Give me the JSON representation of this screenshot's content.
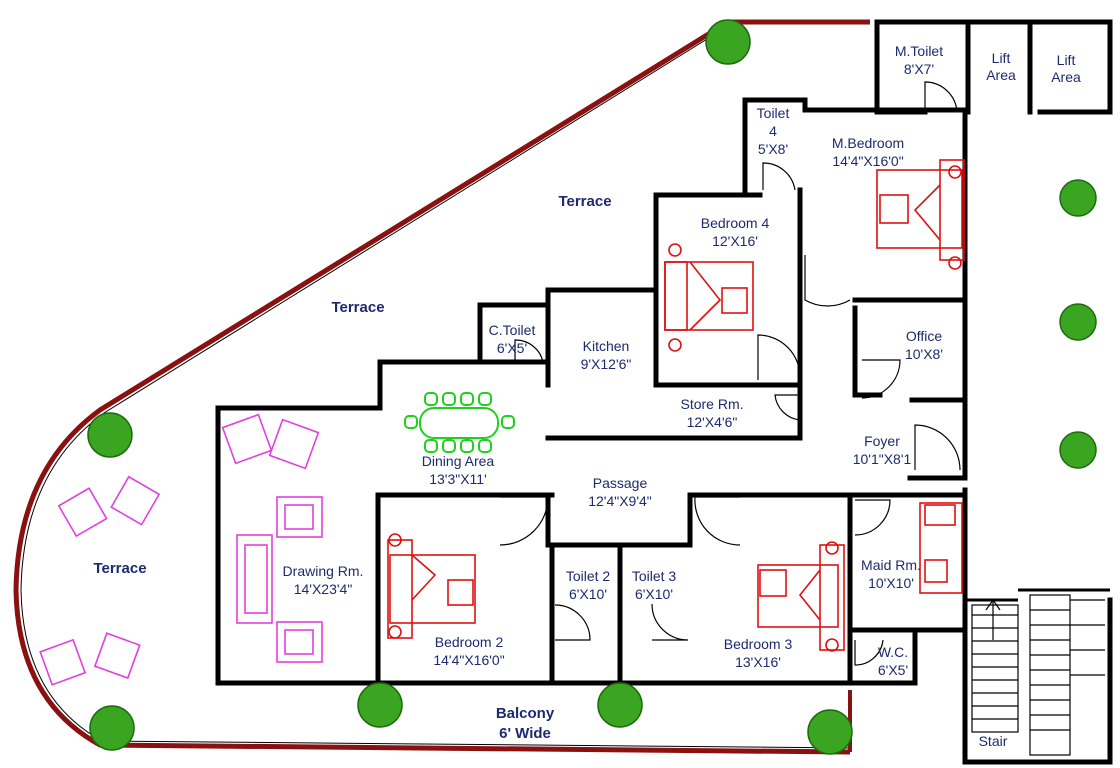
{
  "plan": {
    "terrace_top": "Terrace",
    "terrace_mid": "Terrace",
    "terrace_left": "Terrace",
    "balcony_line1": "Balcony",
    "balcony_line2": "6' Wide",
    "stair": "Stair"
  },
  "rooms": {
    "m_toilet": {
      "name": "M.Toilet",
      "size": "8'X7'"
    },
    "lift_1": {
      "line1": "Lift",
      "line2": "Area"
    },
    "lift_2": {
      "line1": "Lift",
      "line2": "Area"
    },
    "toilet_4": {
      "line1": "Toilet",
      "line2": "4",
      "size": "5'X8'"
    },
    "m_bedroom": {
      "name": "M.Bedroom",
      "size": "14'4\"X16'0\""
    },
    "bedroom_4": {
      "name": "Bedroom 4",
      "size": "12'X16'"
    },
    "c_toilet": {
      "name": "C.Toilet",
      "size": "6'X5'"
    },
    "kitchen": {
      "name": "Kitchen",
      "size": "9'X12'6\""
    },
    "office": {
      "name": "Office",
      "size": "10'X8'"
    },
    "store": {
      "name": "Store Rm.",
      "size": "12'X4'6\""
    },
    "dining": {
      "name": "Dining Area",
      "size": "13'3\"X11'"
    },
    "foyer": {
      "name": "Foyer",
      "size": "10'1\"X8'1"
    },
    "passage": {
      "name": "Passage",
      "size": "12'4\"X9'4\""
    },
    "drawing": {
      "name": "Drawing Rm.",
      "size": "14'X23'4\""
    },
    "toilet_2": {
      "name": "Toilet 2",
      "size": "6'X10'"
    },
    "toilet_3": {
      "name": "Toilet 3",
      "size": "6'X10'"
    },
    "maid": {
      "name": "Maid Rm.",
      "size": "10'X10'"
    },
    "bedroom_2": {
      "name": "Bedroom 2",
      "size": "14'4\"X16'0\""
    },
    "bedroom_3": {
      "name": "Bedroom 3",
      "size": "13'X16'"
    },
    "wc": {
      "name": "W.C.",
      "size": "6'X5'"
    }
  },
  "colors": {
    "wall": "#000000",
    "text": "#1e2a6e",
    "bed": "#e01010",
    "sofa": "#e040e0",
    "dining": "#1fd11f",
    "tree": "#3aa520",
    "terrace_edge": "#8b1010"
  }
}
